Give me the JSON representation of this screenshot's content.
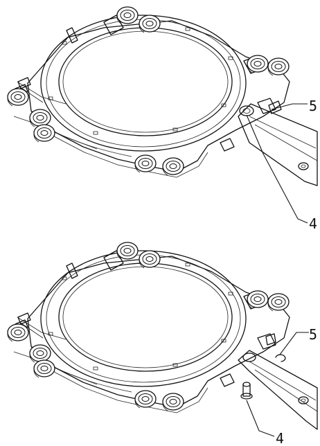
{
  "figure": {
    "top": {
      "callouts": [
        {
          "id": "top-callout-5",
          "label": "5"
        },
        {
          "id": "top-callout-4",
          "label": "4"
        }
      ]
    },
    "bottom": {
      "callouts": [
        {
          "id": "bottom-callout-5",
          "label": "5"
        },
        {
          "id": "bottom-callout-4",
          "label": "4"
        }
      ]
    }
  },
  "colors": {
    "line": "#111111",
    "background": "#ffffff"
  }
}
